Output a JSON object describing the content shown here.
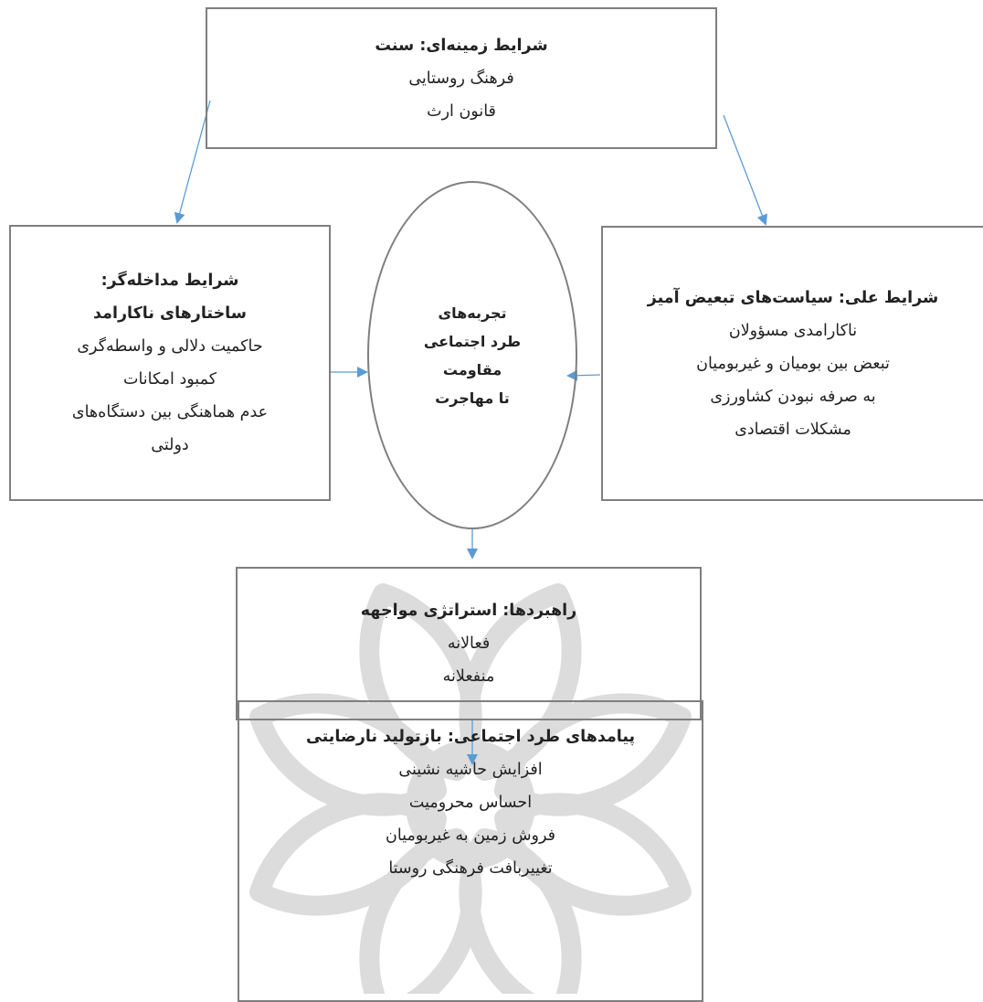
{
  "colors": {
    "box_border": "#7f7f7f",
    "arrow": "#5b9bd5",
    "watermark": "#dcdcdc"
  },
  "context": {
    "title": "شرایط زمینه‌ای: سنت",
    "items": [
      "فرهنگ روستایی",
      "قانون ارث"
    ]
  },
  "intervening": {
    "title_1": "شرایط مداخله‌گر:",
    "title_2": "ساختارهای ناکارامد",
    "items": [
      "حاکمیت دلالی و واسطه‌گری",
      "کمبود امکانات",
      "عدم هماهنگی بین دستگاه‌های",
      "دولتی"
    ]
  },
  "phenomenon": {
    "lines": [
      "تجربه‌های",
      "طرد اجتماعی",
      "مقاومت",
      "تا مهاجرت"
    ]
  },
  "causal": {
    "title": "شرایط علی: سیاست‌های تبعیض آمیز",
    "items": [
      "ناکارامدی مسؤولان",
      "تبعض بین بومیان و غیربومیان",
      "به صرفه نبودن کشاورزی",
      "مشکلات اقتصادی"
    ]
  },
  "strategies": {
    "title": "راهبردها: استراتژی مواجهه",
    "items": [
      "فعالانه",
      "منفعلانه"
    ]
  },
  "consequences": {
    "title": "پیامدهای طرد اجتماعی: بازتولید نارضایتی",
    "items": [
      "افزایش حاشیه نشینی",
      "احساس محرومیت",
      "فروش زمین به غیربومیان",
      "تغییربافت فرهنگی روستا"
    ]
  }
}
